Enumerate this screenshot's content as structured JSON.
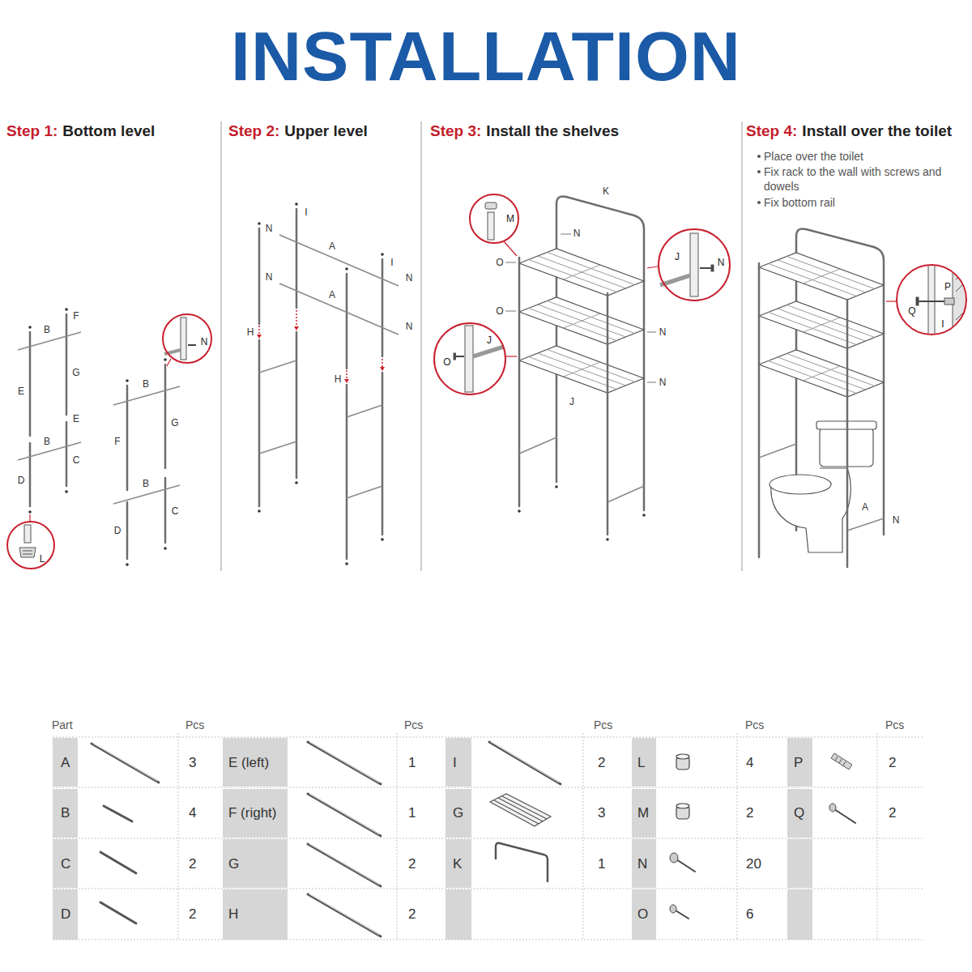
{
  "diagram": {
    "title": "INSTALLATION",
    "nodes": [
      {
        "text": [
          "L"
        ]
      },
      {
        "text": [
          "N"
        ]
      },
      {
        "text": [
          "M"
        ]
      },
      {
        "text": [
          "J",
          "N"
        ]
      },
      {
        "text": [
          "O",
          "J"
        ]
      },
      {
        "text": [
          "P",
          "Q",
          "I"
        ]
      }
    ],
    "labels": [
      "Step 1:",
      "Bottom level",
      "Step 2:",
      "Upper level",
      "Step 3:",
      "Install the shelves",
      "Step 4:",
      "Install over the toilet",
      "Place over the toilet",
      "Fix rack to the wall with screws and dowels",
      "Fix bottom rail",
      "B",
      "F",
      "E",
      "G",
      "E",
      "B",
      "C",
      "D",
      "B",
      "G",
      "F",
      "B",
      "C",
      "D",
      "I",
      "N",
      "A",
      "N",
      "A",
      "I",
      "N",
      "N",
      "H",
      "H",
      "K",
      "N",
      "O",
      "O",
      "N",
      "N",
      "J",
      "A",
      "N",
      "Part",
      "Pcs",
      "Pcs",
      "Pcs",
      "Pcs",
      "Pcs",
      "A",
      "3",
      "B",
      "4",
      "C",
      "2",
      "D",
      "2",
      "E (left)",
      "1",
      "F (right)",
      "1",
      "G",
      "2",
      "H",
      "2",
      "I",
      "2",
      "G",
      "3",
      "K",
      "1",
      "L",
      "4",
      "M",
      "2",
      "N",
      "20",
      "O",
      "6",
      "P",
      "2",
      "Q",
      "2"
    ]
  }
}
